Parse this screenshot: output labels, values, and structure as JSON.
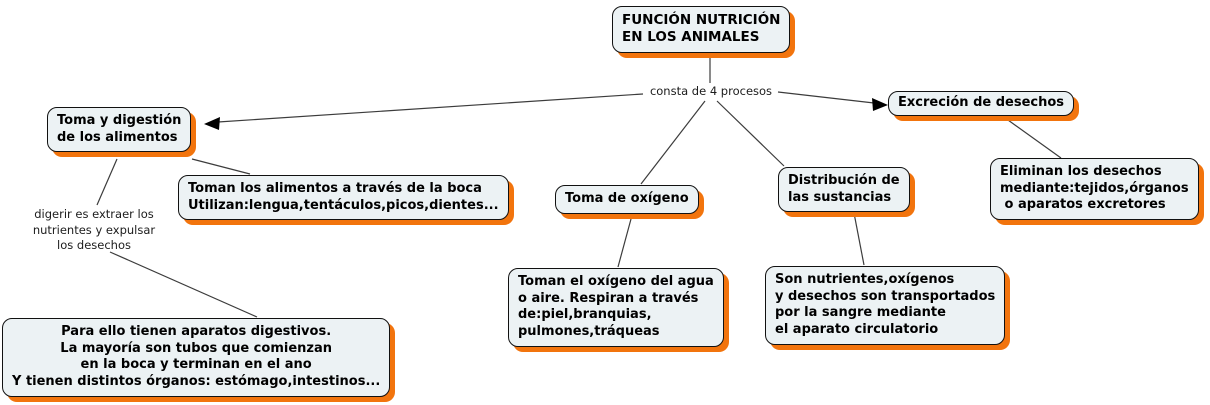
{
  "title_node": {
    "text": "FUNCIÓN NUTRICIÓN\nEN LOS ANIMALES"
  },
  "linking_labels": {
    "consta": "consta de 4 procesos",
    "digerir": "digerir es extraer los\nnutrientes y expulsar\nlos desechos"
  },
  "nodes": {
    "toma_digestion": "Toma y digestión\nde los alimentos",
    "toman_alimentos": "Toman los alimentos a través de la boca\nUtilizan:lengua,tentáculos,picos,dientes...",
    "para_ello": "Para ello tienen aparatos digestivos.\nLa mayoría son tubos que comienzan\nen la boca y terminan en el ano\nY tienen distintos órganos: estómago,intestinos...",
    "toma_oxigeno": "Toma de oxígeno",
    "toman_oxigeno": "Toman el oxígeno del agua\no aire. Respiran a través\nde:piel,branquias,\npulmones,tráqueas",
    "distribucion": "Distribución de\nlas sustancias",
    "son_nutrientes": "Son nutrientes,oxígenos\ny desechos son transportados\npor la sangre mediante\nel aparato circulatorio",
    "excrecion": "Excreción de desechos",
    "eliminan": "Eliminan los desechos\nmediante:tejidos,órganos\n o aparatos excretores"
  },
  "colors": {
    "node_fill": "#ecf2f4",
    "node_border": "#111111",
    "node_shadow_orange": "#f2740d",
    "connector_line": "#3c3c3c",
    "arrowhead": "#000000"
  }
}
